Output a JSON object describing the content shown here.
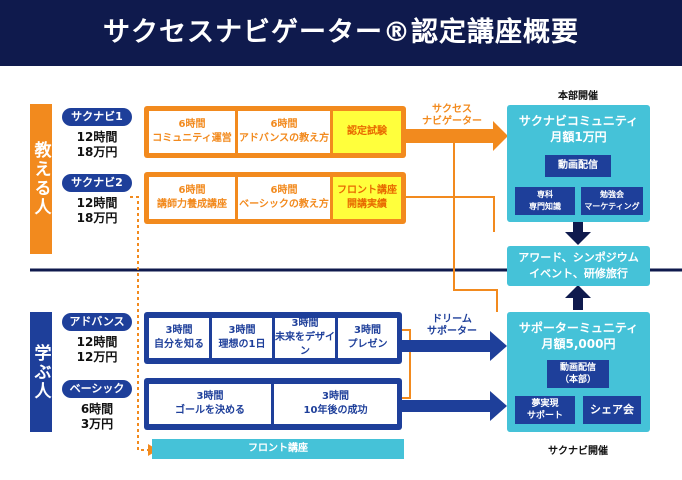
{
  "title": "サクセスナビゲーター®認定講座概要",
  "sections": {
    "teach": "教える人",
    "learn": "学ぶ人"
  },
  "courses": {
    "navi1": {
      "label": "サクナビ1",
      "hours": "12時間",
      "price": "18万円",
      "cells": [
        "6時間\nコミュニティ運営",
        "6時間\nアドバンスの教え方",
        "認定試験"
      ]
    },
    "navi2": {
      "label": "サクナビ2",
      "hours": "12時間",
      "price": "18万円",
      "cells": [
        "6時間\n講師力養成講座",
        "6時間\nベーシックの教え方",
        "フロント講座\n開講実績"
      ]
    },
    "advance": {
      "label": "アドバンス",
      "hours": "12時間",
      "price": "12万円",
      "cells": [
        "3時間\n自分を知る",
        "3時間\n理想の1日",
        "3時間\n未来をデザイン",
        "3時間\nプレゼン"
      ]
    },
    "basic": {
      "label": "ベーシック",
      "hours": "6時間",
      "price": "3万円",
      "cells": [
        "3時間\nゴールを決める",
        "3時間\n10年後の成功"
      ]
    }
  },
  "front_course": "フロント講座",
  "arrow_labels": {
    "success_navigator": "サクセス\nナビゲーター",
    "dream_supporter": "ドリーム\nサポーター"
  },
  "right": {
    "top_caption": "本部開催",
    "bottom_caption": "サクナビ開催",
    "community": {
      "title": "サクナビコミュニティ\n月額1万円",
      "main_box": "動画配信",
      "sub_boxes": [
        "専科\n専門知識",
        "勉強会\nマーケティング"
      ]
    },
    "award": "アワード、シンポジウム\nイベント、研修旅行",
    "supporter": {
      "title": "サポーターミュニティ\n月額5,000円",
      "main_box": "動画配信\n（本部）",
      "sub_boxes": [
        "夢実現\nサポート",
        "シェア会"
      ]
    }
  },
  "colors": {
    "navy": "#0f1a4d",
    "blue": "#1e3f9a",
    "orange": "#f28a1e",
    "cyan": "#45c2d8",
    "yellow": "#ffff3c"
  }
}
